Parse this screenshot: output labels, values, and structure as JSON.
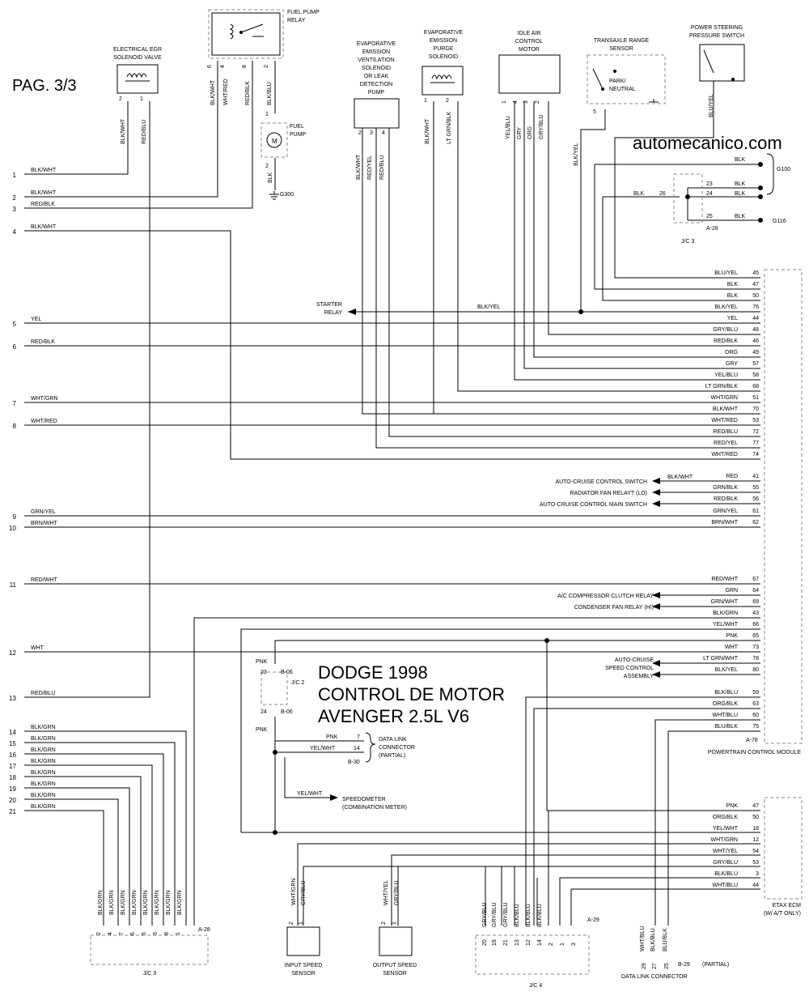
{
  "page_label": "PAG. 3/3",
  "watermark": "automecanico.com",
  "title_lines": [
    "DODGE 1998",
    "CONTROL DE MOTOR",
    "AVENGER 2.5L V6"
  ],
  "left_lines": [
    {
      "num": "1",
      "wire": "BLK/WHT"
    },
    {
      "num": "2",
      "wire": "BLK/WHT"
    },
    {
      "num": "3",
      "wire": "RED/BLK"
    },
    {
      "num": "4",
      "wire": "BLK/WHT"
    },
    {
      "num": "5",
      "wire": "YEL"
    },
    {
      "num": "6",
      "wire": "RED/BLK"
    },
    {
      "num": "7",
      "wire": "WHT/GRN"
    },
    {
      "num": "8",
      "wire": "WHT/RED"
    },
    {
      "num": "9",
      "wire": "GRN/YEL"
    },
    {
      "num": "10",
      "wire": "BRN/WHT"
    },
    {
      "num": "11",
      "wire": "RED/WHT"
    },
    {
      "num": "12",
      "wire": "WHT"
    },
    {
      "num": "13",
      "wire": "RED/BLU"
    },
    {
      "num": "14",
      "wire": "BLK/GRN"
    },
    {
      "num": "15",
      "wire": "BLK/GRN"
    },
    {
      "num": "16",
      "wire": "BLK/GRN"
    },
    {
      "num": "17",
      "wire": "BLK/GRN"
    },
    {
      "num": "18",
      "wire": "BLK/GRN"
    },
    {
      "num": "19",
      "wire": "BLK/GRN"
    },
    {
      "num": "20",
      "wire": "BLK/GRN"
    },
    {
      "num": "21",
      "wire": "BLK/GRN"
    }
  ],
  "components": {
    "egr": {
      "name": [
        "ELECTRICAL EGR",
        "SOLENOID VALVE"
      ],
      "pins": [
        "2",
        "1"
      ],
      "wires": [
        "BLK/WHT",
        "RED/BLU"
      ]
    },
    "fuel_pump_relay": {
      "name": [
        "FUEL PUMP",
        "RELAY"
      ],
      "pins": [
        "6",
        "4",
        "8",
        "2"
      ],
      "wires": [
        "BLK/WHT",
        "WHT/RED",
        "RED/BLK",
        "BLK/BLU"
      ]
    },
    "fuel_pump": {
      "name": [
        "FUEL",
        "PUMP"
      ],
      "motor": "M",
      "pins": [
        "1",
        "2"
      ],
      "wire": "BLK",
      "ground": "G300"
    },
    "evap_vent": {
      "name": [
        "EVAPORATIVE",
        "EMISSION",
        "VENTILATION",
        "SOLENOID",
        "OR LEAK",
        "DETECTION",
        "PUMP"
      ],
      "pins": [
        "2",
        "3",
        "4"
      ],
      "wires": [
        "BLK/WHT",
        "RED/YEL",
        "RED/BLU"
      ]
    },
    "evap_purge": {
      "name": [
        "EVAPORATIVE",
        "EMISSION",
        "PURGE",
        "SOLENOID"
      ],
      "pins": [
        "1",
        "2"
      ],
      "wires": [
        "BLK/WHT",
        "LT GRN/BLK"
      ]
    },
    "iac": {
      "name": [
        "IDLE AIR",
        "CONTROL",
        "MOTOR"
      ],
      "pins": [
        "1",
        "4",
        "3",
        "2"
      ],
      "wires": [
        "YEL/BLU",
        "GRY",
        "ORG",
        "GRY/BLU"
      ]
    },
    "trs": {
      "name": [
        "TRANSAXLE RANGE",
        "SENSOR"
      ],
      "contact": [
        "PARK/",
        "NEUTRAL"
      ],
      "pin": "5",
      "wire": "BLK/YEL"
    },
    "ps_switch": {
      "name": [
        "POWER STEERING",
        "PRESSURE SWITCH"
      ],
      "wire": "BLU/YEL"
    }
  },
  "grounds": {
    "g100": "G100",
    "g116": "G116",
    "jc3_label": "J/C 3",
    "jc3_ref": "A-28",
    "rows": [
      {
        "wire": "BLK",
        "pin": ""
      },
      {
        "wire": "BLK",
        "pin": "23"
      },
      {
        "wire": "BLK",
        "pin": "24"
      },
      {
        "wire": "BLK",
        "pin": "25"
      }
    ],
    "feed": {
      "wire": "BLK",
      "pin": "26"
    }
  },
  "pcm": {
    "name": "POWERTRAIN CONTROL MODULE",
    "ref": "A-78",
    "pins": [
      {
        "wire": "BLU/YEL",
        "pin": "45"
      },
      {
        "wire": "BLK",
        "pin": "47"
      },
      {
        "wire": "BLK",
        "pin": "50"
      },
      {
        "wire": "BLK/YEL",
        "pin": "76"
      },
      {
        "wire": "YEL",
        "pin": "44"
      },
      {
        "wire": "GRY/BLU",
        "pin": "48"
      },
      {
        "wire": "RED/BLK",
        "pin": "46"
      },
      {
        "wire": "ORG",
        "pin": "49"
      },
      {
        "wire": "GRY",
        "pin": "57"
      },
      {
        "wire": "YEL/BLU",
        "pin": "58"
      },
      {
        "wire": "LT GRN/BLK",
        "pin": "68"
      },
      {
        "wire": "WHT/GRN",
        "pin": "51"
      },
      {
        "wire": "BLK/WHT",
        "pin": "70"
      },
      {
        "wire": "WHT/RED",
        "pin": "53"
      },
      {
        "wire": "RED/BLU",
        "pin": "72"
      },
      {
        "wire": "RED/YEL",
        "pin": "77"
      },
      {
        "wire": "WHT/RED",
        "pin": "74"
      },
      {
        "wire": "RED",
        "pin": "41"
      },
      {
        "wire": "GRN/BLK",
        "pin": "55"
      },
      {
        "wire": "RED/BLK",
        "pin": "56"
      },
      {
        "wire": "GRN/YEL",
        "pin": "61"
      },
      {
        "wire": "BRN/WHT",
        "pin": "62"
      },
      {
        "wire": "RED/WHT",
        "pin": "67"
      },
      {
        "wire": "GRN",
        "pin": "64"
      },
      {
        "wire": "GRN/WHT",
        "pin": "69"
      },
      {
        "wire": "BLK/GRN",
        "pin": "43"
      },
      {
        "wire": "YEL/WHT",
        "pin": "66"
      },
      {
        "wire": "PNK",
        "pin": "65"
      },
      {
        "wire": "WHT",
        "pin": "73"
      },
      {
        "wire": "LT GRN/WHT",
        "pin": "78"
      },
      {
        "wire": "BLK/YEL",
        "pin": "80"
      },
      {
        "wire": "BLK/BLU",
        "pin": "59"
      },
      {
        "wire": "ORG/BLK",
        "pin": "63"
      },
      {
        "wire": "WHT/BLU",
        "pin": "60"
      },
      {
        "wire": "BLU/BLK",
        "pin": "75"
      }
    ]
  },
  "outputs": {
    "starter_relay": [
      "STARTER",
      "RELAY"
    ],
    "starter_wire": "BLK/YEL",
    "cruise_switch": "AUTO-CRUISE CONTROL SWITCH",
    "cruise_switch_wire": "BLK/WHT",
    "radiator_fan": "RADIATOR FAN RELAYT (LO)",
    "cruise_main": "AUTO-CRUISE CONTROL MAIN SWITCH",
    "ac_clutch": "A/C COMPRESSOR CLUTCH RELAY",
    "condenser_fan": "CONDENSER FAN RELAY (HI)",
    "cruise_assembly": [
      "AUTO-CRUISE",
      "SPEED CONTROL",
      "ASSEMBLY"
    ],
    "speedometer": [
      "SPEEDOMETER",
      "(COMBINATION METER)"
    ],
    "speedo_wire": "YEL/WHT"
  },
  "jc2": {
    "label": "J/C 2",
    "wire": "PNK",
    "pins": [
      "23",
      "24"
    ],
    "refs": [
      "B-06",
      "B-06"
    ]
  },
  "dlc_partial": {
    "name": [
      "DATA LINK",
      "CONNECTOR",
      "(PARTIAL)"
    ],
    "ref": "B-30",
    "rows": [
      {
        "wire": "PNK",
        "pin": "7"
      },
      {
        "wire": "YEL/WHT",
        "pin": "14"
      }
    ]
  },
  "etax": {
    "name": [
      "ETAX ECM",
      "(W/ A/T ONLY)"
    ],
    "pins": [
      {
        "wire": "PNK",
        "pin": "47"
      },
      {
        "wire": "ORG/BLK",
        "pin": "50"
      },
      {
        "wire": "YEL/WHT",
        "pin": "18"
      },
      {
        "wire": "WHT/GRN",
        "pin": "12"
      },
      {
        "wire": "WHT/YEL",
        "pin": "54"
      },
      {
        "wire": "GRY/BLU",
        "pin": "53"
      },
      {
        "wire": "BLK/BLU",
        "pin": "3"
      },
      {
        "wire": "WHT/BLU",
        "pin": "44"
      }
    ]
  },
  "jc3_bottom": {
    "label": "J/C 3",
    "ref": "A-28",
    "pins": [
      "2",
      "4",
      "7",
      "6",
      "5",
      "3",
      "8",
      "1"
    ],
    "wires": [
      "BLK/GRN",
      "BLK/GRN",
      "BLK/GRN",
      "BLK/GRN",
      "BLK/GRN",
      "BLK/GRN",
      "BLK/GRN",
      "BLK/GRN"
    ]
  },
  "input_sensor": {
    "name": [
      "INPUT SPEED",
      "SENSOR"
    ],
    "pins": [
      "2",
      "1"
    ],
    "wires": [
      "WHT/GRN",
      "GRY/BLU"
    ]
  },
  "output_sensor": {
    "name": [
      "OUTPUT SPEED",
      "SENSOR"
    ],
    "pins": [
      "2",
      "1"
    ],
    "wires": [
      "WHT/YEL",
      "GRY/BLU"
    ]
  },
  "jc4": {
    "label": "J/C 4",
    "ref": "A-29",
    "pins": [
      "20",
      "19",
      "21",
      "13",
      "12",
      "14",
      "2",
      "1",
      "3"
    ],
    "wires": [
      "GRY/BLU",
      "GRY/BLU",
      "GRY/BLU",
      "BLK/BLU",
      "BLK/BLU",
      "BLK/BLU"
    ]
  },
  "dlc_bottom": {
    "name": "DATA LINK CONNECTOR",
    "ref": "B-29",
    "note": "(PARTIAL)",
    "pins": [
      "29",
      "27",
      "25"
    ],
    "wires": [
      "WHT/BLU",
      "BLK/BLU",
      "BLU/BLK"
    ]
  }
}
